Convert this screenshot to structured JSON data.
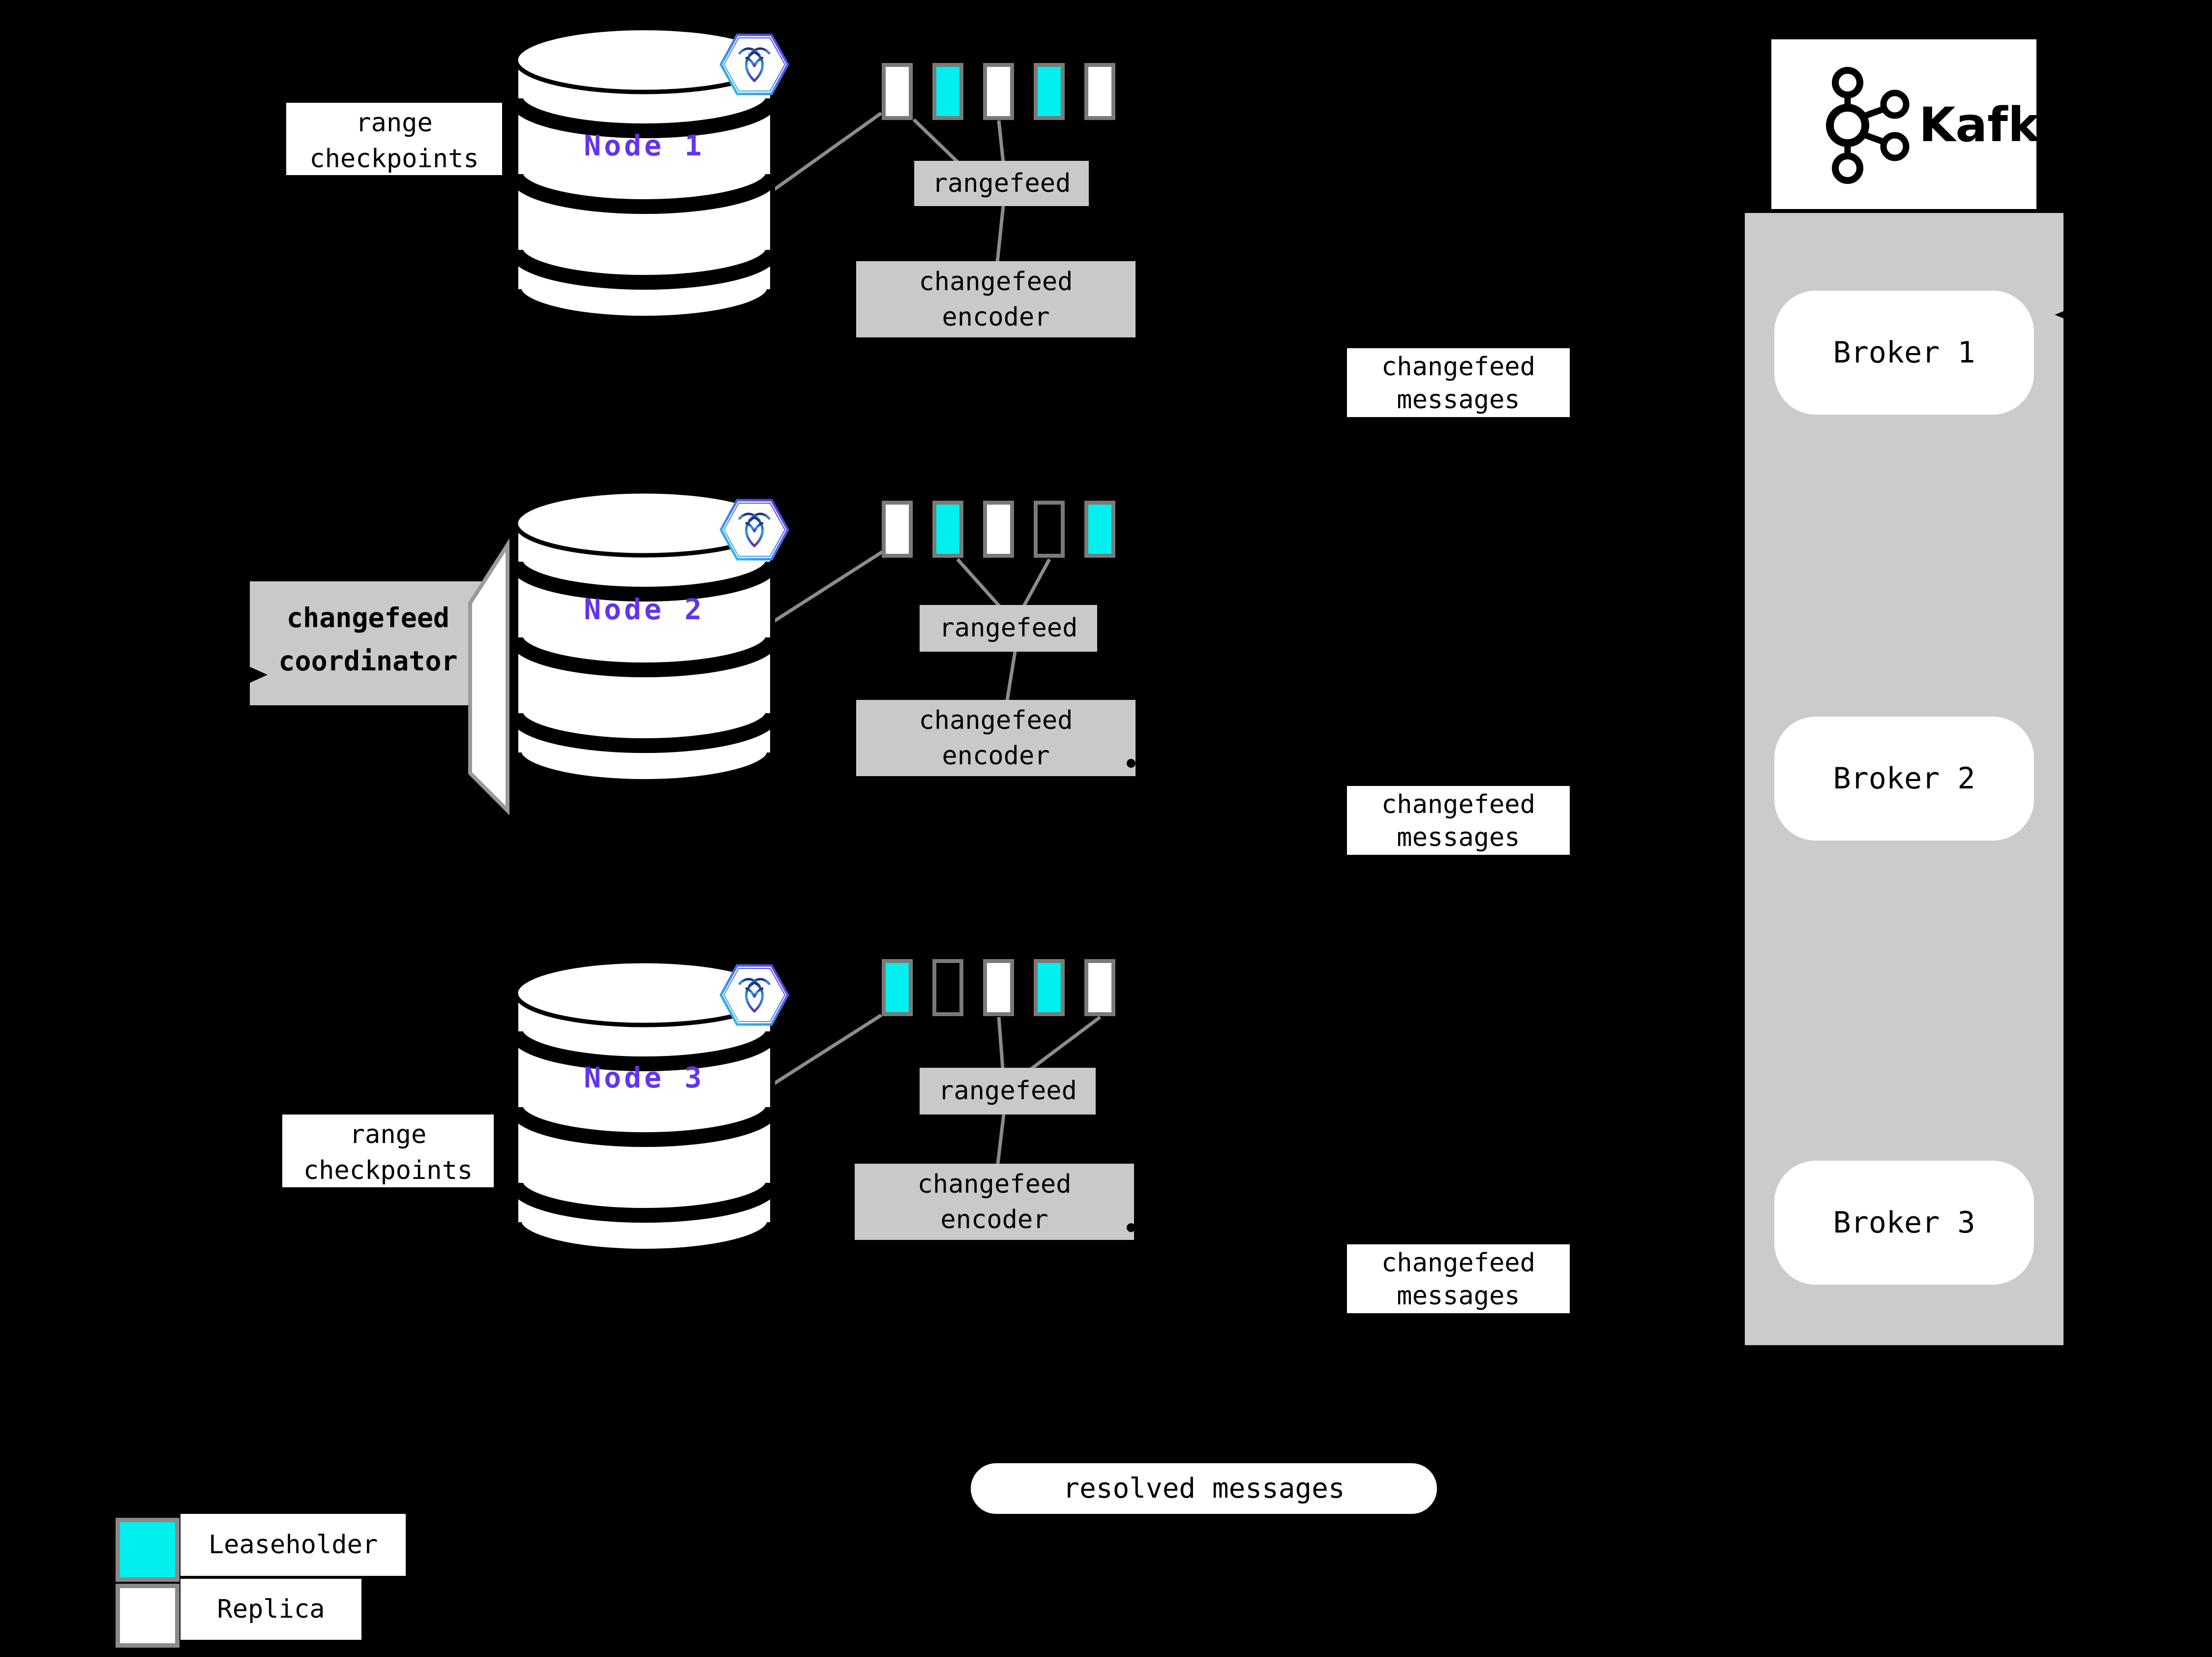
{
  "colors": {
    "background": "#000000",
    "leaseholder": "#00efef",
    "replica": "#ffffff",
    "empty": "transparent",
    "box_gray": "#c9c9c9",
    "column_gray": "#cbcbcb",
    "rect_border": "#7a7a7a",
    "line_gray": "#8c8c8c",
    "node_label": "#6234ee"
  },
  "icons": {
    "node_badge": "cockroachdb-icon",
    "kafka": "kafka-logo-icon",
    "arrowhead": "black-arrowhead"
  },
  "checkpoint_label": {
    "lines": [
      "range",
      "checkpoints"
    ]
  },
  "coordinator": {
    "lines": [
      "changefeed",
      "coordinator"
    ]
  },
  "shared": {
    "rangefeed": "rangefeed",
    "encoder_lines": [
      "changefeed",
      "encoder"
    ],
    "messages_lines": [
      "changefeed",
      "messages"
    ]
  },
  "nodes": [
    {
      "name": "Node 1",
      "ranges": [
        "replica",
        "leaseholder",
        "replica",
        "leaseholder",
        "replica"
      ]
    },
    {
      "name": "Node 2",
      "ranges": [
        "replica",
        "leaseholder",
        "replica",
        "empty",
        "leaseholder"
      ]
    },
    {
      "name": "Node 3",
      "ranges": [
        "leaseholder",
        "empty",
        "replica",
        "leaseholder",
        "replica"
      ]
    }
  ],
  "kafka": {
    "title": "Kafka",
    "brokers": [
      {
        "label": "Broker 1"
      },
      {
        "label": "Broker 2"
      },
      {
        "label": "Broker 3"
      }
    ]
  },
  "resolved": {
    "label": "resolved messages"
  },
  "legend": {
    "items": [
      {
        "label": "Leaseholder",
        "kind": "leaseholder"
      },
      {
        "label": "Replica",
        "kind": "replica"
      }
    ]
  }
}
